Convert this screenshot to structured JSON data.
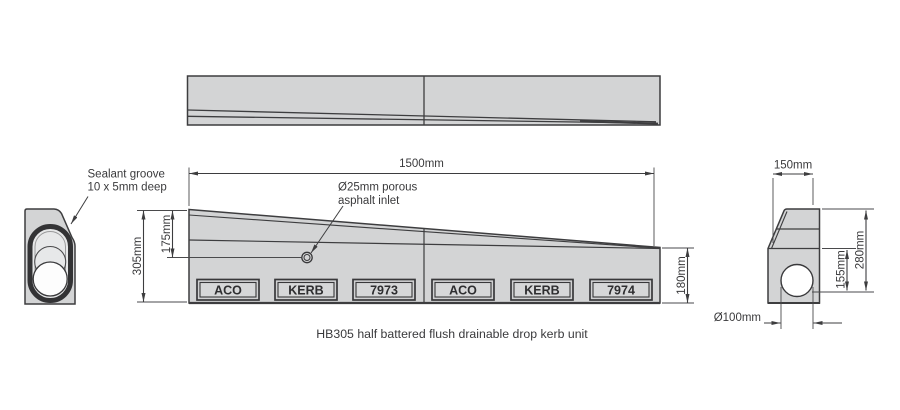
{
  "caption": "HB305 half battered flush drainable drop kerb unit",
  "end_profile": {
    "callout_line1": "Sealant groove",
    "callout_line2": "10 x 5mm deep"
  },
  "elevation": {
    "dim_length": "1500mm",
    "dim_overall_height": "305mm",
    "dim_face_height": "175mm",
    "dim_end_height": "180mm",
    "inlet_callout_line1": "Ø25mm porous",
    "inlet_callout_line2": "asphalt inlet",
    "plates_left": [
      "ACO",
      "KERB",
      "7973"
    ],
    "plates_right": [
      "ACO",
      "KERB",
      "7974"
    ]
  },
  "section": {
    "dim_width": "150mm",
    "dim_height": "280mm",
    "dim_invert": "155mm",
    "dim_outlet": "Ø100mm"
  },
  "colors": {
    "body_fill": "#d3d4d5",
    "line": "#3d3d3f",
    "text": "#3a3a3c"
  }
}
